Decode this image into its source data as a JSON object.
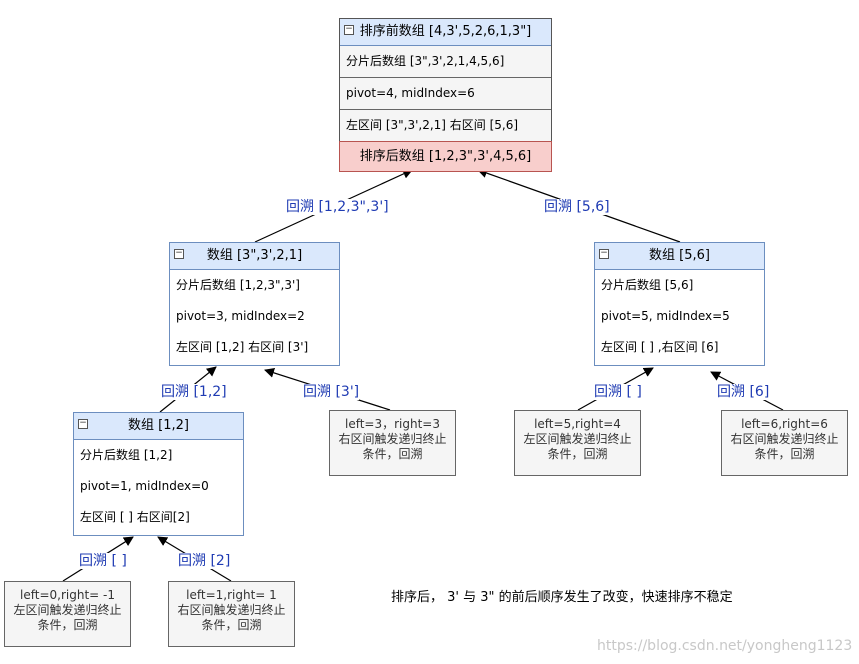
{
  "root": {
    "title": "排序前数组 [4,3',5,2,6,1,3\"]",
    "row1": "分片后数组 [3\",3',2,1,4,5,6]",
    "row2": "pivot=4, midIndex=6",
    "row3": "左区间 [3\",3',2,1]     右区间 [5,6]",
    "footer": "排序后数组 [1,2,3\",3',4,5,6]"
  },
  "left1": {
    "title": "数组 [3\",3',2,1]",
    "row1": "分片后数组 [1,2,3\",3']",
    "row2": "pivot=3, midIndex=2",
    "row3": "左区间 [1,2]  右区间 [3']"
  },
  "right1": {
    "title": "数组 [5,6]",
    "row1": "分片后数组 [5,6]",
    "row2": "pivot=5, midIndex=5",
    "row3": "左区间 [ ] ,右区间 [6]"
  },
  "left2": {
    "title": "数组 [1,2]",
    "row1": "分片后数组 [1,2]",
    "row2": "pivot=1, midIndex=0",
    "row3": "左区间 [ ]  右区间[2]"
  },
  "leaves": {
    "l_right": [
      "left=3，right=3",
      "右区间触发递归终止",
      "条件，回溯"
    ],
    "r_left": [
      "left=5,right=4",
      "左区间触发递归终止",
      "条件，回溯"
    ],
    "r_right": [
      "left=6,right=6",
      "右区间触发递归终止",
      "条件，回溯"
    ],
    "ll_left": [
      "left=0,right= -1",
      "左区间触发递归终止",
      "条件，回溯"
    ],
    "ll_right": [
      "left=1,right= 1",
      "右区间触发递归终止",
      "条件，回溯"
    ]
  },
  "labels": {
    "back_1233": "回溯 [1,2,3\",3']",
    "back_56": "回溯 [5,6]",
    "back_12": "回溯 [1,2]",
    "back_3p": "回溯 [3']",
    "back_empty_r": "回溯 [ ]",
    "back_6": "回溯 [6]",
    "back_empty_l": "回溯 [ ]",
    "back_2": "回溯 [2]"
  },
  "note": "排序后， 3' 与 3\" 的前后顺序发生了改变，快速排序不稳定",
  "watermark": "https://blog.csdn.net/yongheng1123"
}
